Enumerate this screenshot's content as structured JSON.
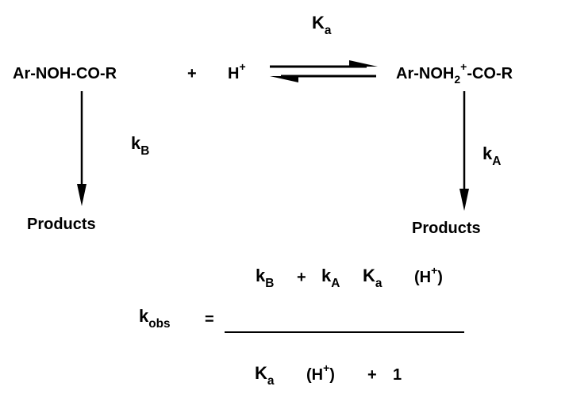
{
  "scheme": {
    "equilibrium_constant": {
      "main": "K",
      "sub": "a"
    },
    "reactant": "Ar-NOH-CO-R",
    "plus": "+",
    "proton": {
      "main": "H",
      "sup": "+"
    },
    "protonated": {
      "prefix": "Ar-NOH",
      "sub": "2",
      "sup": "+",
      "suffix": "-CO-R"
    },
    "left_rate": {
      "main": "k",
      "sub": "B"
    },
    "right_rate": {
      "main": "k",
      "sub": "A"
    },
    "left_products": "Products",
    "right_products": "Products"
  },
  "equation": {
    "lhs": {
      "main": "k",
      "sub": "obs"
    },
    "equals": "=",
    "numerator": {
      "kB": {
        "main": "k",
        "sub": "B"
      },
      "plus": "+",
      "kA": {
        "main": "k",
        "sub": "A"
      },
      "Ka": {
        "main": "K",
        "sub": "a"
      },
      "proton": {
        "open": "(H",
        "sup": "+",
        "close": ")"
      }
    },
    "denominator": {
      "Ka": {
        "main": "K",
        "sub": "a"
      },
      "proton": {
        "open": "(H",
        "sup": "+",
        "close": ")"
      },
      "plus": "+",
      "one": "1"
    }
  }
}
